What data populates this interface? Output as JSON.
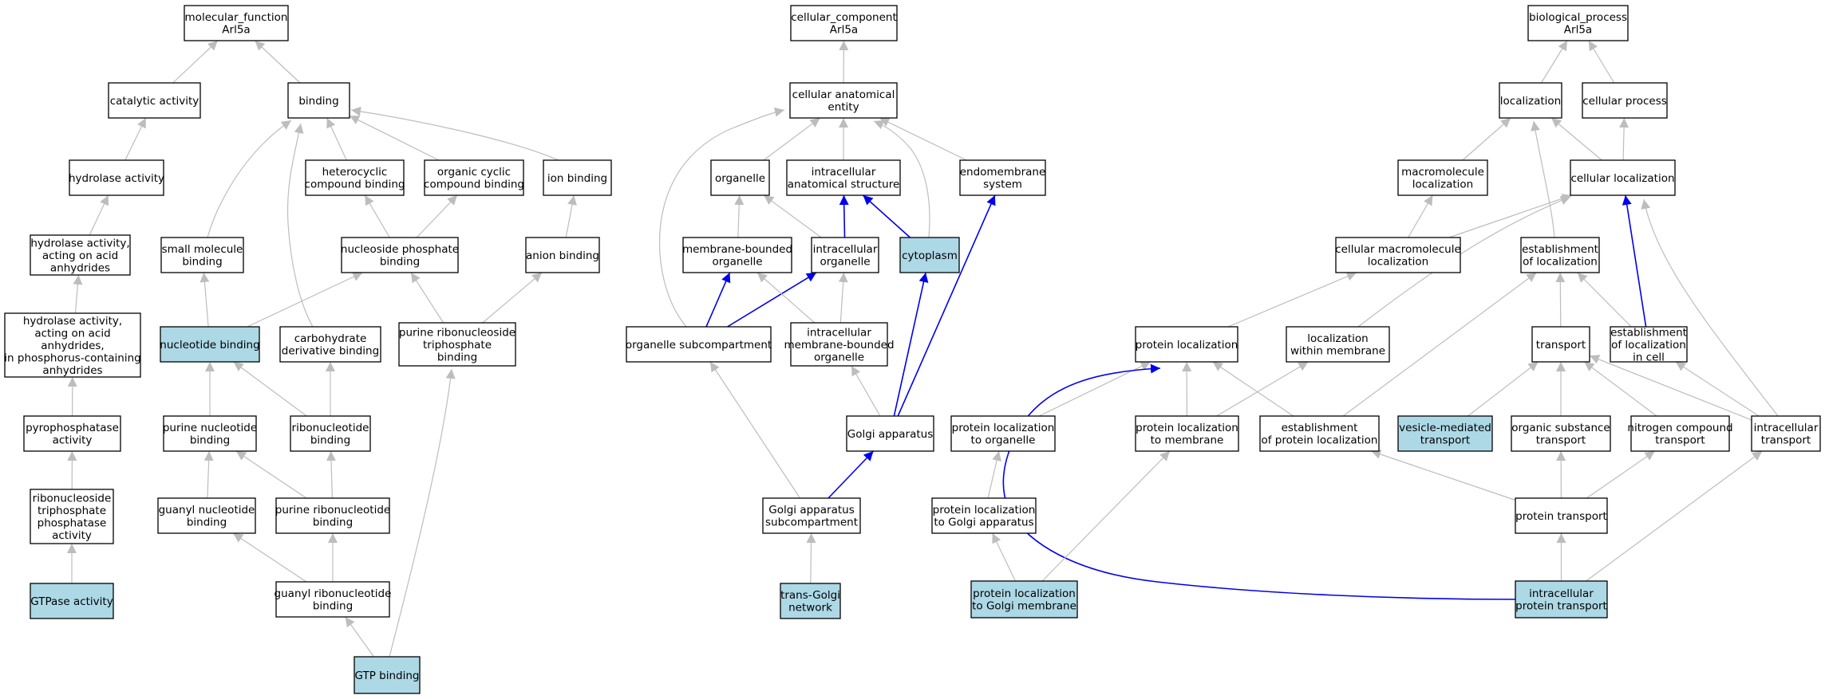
{
  "colors": {
    "node_fill": "#ffffff",
    "highlight_fill": "#add8e6",
    "node_stroke": "#000000",
    "edge_gray": "#bdbdbd",
    "edge_blue": "#0000ee"
  },
  "nodes": [
    {
      "id": "mf",
      "lines": [
        "molecular_function",
        "Arl5a"
      ],
      "hl": false
    },
    {
      "id": "catalytic",
      "lines": [
        "catalytic activity"
      ],
      "hl": false
    },
    {
      "id": "binding",
      "lines": [
        "binding"
      ],
      "hl": false
    },
    {
      "id": "hydrolase",
      "lines": [
        "hydrolase activity"
      ],
      "hl": false
    },
    {
      "id": "hetero",
      "lines": [
        "heterocyclic",
        "compound binding"
      ],
      "hl": false
    },
    {
      "id": "orgcyc",
      "lines": [
        "organic cyclic",
        "compound binding"
      ],
      "hl": false
    },
    {
      "id": "ion",
      "lines": [
        "ion binding"
      ],
      "hl": false
    },
    {
      "id": "hydacid",
      "lines": [
        "hydrolase activity,",
        "acting on acid",
        "anhydrides"
      ],
      "hl": false
    },
    {
      "id": "smallmol",
      "lines": [
        "small molecule",
        "binding"
      ],
      "hl": false
    },
    {
      "id": "nucphos",
      "lines": [
        "nucleoside phosphate",
        "binding"
      ],
      "hl": false
    },
    {
      "id": "anion",
      "lines": [
        "anion binding"
      ],
      "hl": false
    },
    {
      "id": "hydphos",
      "lines": [
        "hydrolase activity,",
        "acting on acid",
        "anhydrides,",
        "in phosphorus-containing",
        "anhydrides"
      ],
      "hl": false
    },
    {
      "id": "nucbind",
      "lines": [
        "nucleotide binding"
      ],
      "hl": true
    },
    {
      "id": "carbo",
      "lines": [
        "carbohydrate",
        "derivative binding"
      ],
      "hl": false
    },
    {
      "id": "purtri",
      "lines": [
        "purine ribonucleoside",
        "triphosphate",
        "binding"
      ],
      "hl": false
    },
    {
      "id": "pyro",
      "lines": [
        "pyrophosphatase",
        "activity"
      ],
      "hl": false
    },
    {
      "id": "purnuc",
      "lines": [
        "purine nucleotide",
        "binding"
      ],
      "hl": false
    },
    {
      "id": "ribonuc",
      "lines": [
        "ribonucleotide",
        "binding"
      ],
      "hl": false
    },
    {
      "id": "ntpase",
      "lines": [
        "ribonucleoside",
        "triphosphate",
        "phosphatase",
        "activity"
      ],
      "hl": false
    },
    {
      "id": "guanyl",
      "lines": [
        "guanyl nucleotide",
        "binding"
      ],
      "hl": false
    },
    {
      "id": "purribo",
      "lines": [
        "purine ribonucleotide",
        "binding"
      ],
      "hl": false
    },
    {
      "id": "gtpase",
      "lines": [
        "GTPase activity"
      ],
      "hl": true
    },
    {
      "id": "guanribo",
      "lines": [
        "guanyl ribonucleotide",
        "binding"
      ],
      "hl": false
    },
    {
      "id": "gtp",
      "lines": [
        "GTP binding"
      ],
      "hl": true
    },
    {
      "id": "cc",
      "lines": [
        "cellular_component",
        "Arl5a"
      ],
      "hl": false
    },
    {
      "id": "cae",
      "lines": [
        "cellular anatomical",
        "entity"
      ],
      "hl": false
    },
    {
      "id": "organelle",
      "lines": [
        "organelle"
      ],
      "hl": false
    },
    {
      "id": "ias",
      "lines": [
        "intracellular",
        "anatomical structure"
      ],
      "hl": false
    },
    {
      "id": "endo",
      "lines": [
        "endomembrane",
        "system"
      ],
      "hl": false
    },
    {
      "id": "mbo",
      "lines": [
        "membrane-bounded",
        "organelle"
      ],
      "hl": false
    },
    {
      "id": "io",
      "lines": [
        "intracellular",
        "organelle"
      ],
      "hl": false
    },
    {
      "id": "cyto",
      "lines": [
        "cytoplasm"
      ],
      "hl": true
    },
    {
      "id": "orgsub",
      "lines": [
        "organelle subcompartment"
      ],
      "hl": false
    },
    {
      "id": "imbo",
      "lines": [
        "intracellular",
        "membrane-bounded",
        "organelle"
      ],
      "hl": false
    },
    {
      "id": "golgi",
      "lines": [
        "Golgi apparatus"
      ],
      "hl": false
    },
    {
      "id": "golgisub",
      "lines": [
        "Golgi apparatus",
        "subcompartment"
      ],
      "hl": false
    },
    {
      "id": "tgn",
      "lines": [
        "trans-Golgi",
        "network"
      ],
      "hl": true
    },
    {
      "id": "bp",
      "lines": [
        "biological_process",
        "Arl5a"
      ],
      "hl": false
    },
    {
      "id": "loc",
      "lines": [
        "localization"
      ],
      "hl": false
    },
    {
      "id": "cellproc",
      "lines": [
        "cellular process"
      ],
      "hl": false
    },
    {
      "id": "macroloc",
      "lines": [
        "macromolecule",
        "localization"
      ],
      "hl": false
    },
    {
      "id": "cellloc",
      "lines": [
        "cellular localization"
      ],
      "hl": false
    },
    {
      "id": "cmacroloc",
      "lines": [
        "cellular macromolecule",
        "localization"
      ],
      "hl": false
    },
    {
      "id": "estloc",
      "lines": [
        "establishment",
        "of localization"
      ],
      "hl": false
    },
    {
      "id": "protloc",
      "lines": [
        "protein localization"
      ],
      "hl": false
    },
    {
      "id": "locmem",
      "lines": [
        "localization",
        "within membrane"
      ],
      "hl": false
    },
    {
      "id": "transport",
      "lines": [
        "transport"
      ],
      "hl": false
    },
    {
      "id": "estcell",
      "lines": [
        "establishment",
        "of localization",
        "in cell"
      ],
      "hl": false
    },
    {
      "id": "plorg",
      "lines": [
        "protein localization",
        "to organelle"
      ],
      "hl": false
    },
    {
      "id": "plmem",
      "lines": [
        "protein localization",
        "to membrane"
      ],
      "hl": false
    },
    {
      "id": "estprot",
      "lines": [
        "establishment",
        "of protein localization"
      ],
      "hl": false
    },
    {
      "id": "vesicle",
      "lines": [
        "vesicle-mediated",
        "transport"
      ],
      "hl": true
    },
    {
      "id": "orgsubst",
      "lines": [
        "organic substance",
        "transport"
      ],
      "hl": false
    },
    {
      "id": "nitro",
      "lines": [
        "nitrogen compound",
        "transport"
      ],
      "hl": false
    },
    {
      "id": "intra",
      "lines": [
        "intracellular",
        "transport"
      ],
      "hl": false
    },
    {
      "id": "plgolgi",
      "lines": [
        "protein localization",
        "to Golgi apparatus"
      ],
      "hl": false
    },
    {
      "id": "prottrans",
      "lines": [
        "protein transport"
      ],
      "hl": false
    },
    {
      "id": "plgolgimem",
      "lines": [
        "protein localization",
        "to Golgi membrane"
      ],
      "hl": true
    },
    {
      "id": "intraprot",
      "lines": [
        "intracellular",
        "protein transport"
      ],
      "hl": true
    }
  ],
  "edges": [
    [
      "catalytic",
      "mf",
      "gray"
    ],
    [
      "binding",
      "mf",
      "gray"
    ],
    [
      "hydrolase",
      "catalytic",
      "gray"
    ],
    [
      "hetero",
      "binding",
      "gray"
    ],
    [
      "orgcyc",
      "binding",
      "gray"
    ],
    [
      "ion",
      "binding",
      "gray"
    ],
    [
      "smallmol",
      "binding",
      "gray"
    ],
    [
      "carbo",
      "binding",
      "gray"
    ],
    [
      "hydacid",
      "hydrolase",
      "gray"
    ],
    [
      "nucphos",
      "hetero",
      "gray"
    ],
    [
      "nucphos",
      "orgcyc",
      "gray"
    ],
    [
      "anion",
      "ion",
      "gray"
    ],
    [
      "hydphos",
      "hydacid",
      "gray"
    ],
    [
      "nucbind",
      "smallmol",
      "gray"
    ],
    [
      "nucbind",
      "nucphos",
      "gray"
    ],
    [
      "purtri",
      "nucphos",
      "gray"
    ],
    [
      "purtri",
      "anion",
      "gray"
    ],
    [
      "pyro",
      "hydphos",
      "gray"
    ],
    [
      "purnuc",
      "nucbind",
      "gray"
    ],
    [
      "ribonuc",
      "nucbind",
      "gray"
    ],
    [
      "ribonuc",
      "carbo",
      "gray"
    ],
    [
      "ntpase",
      "pyro",
      "gray"
    ],
    [
      "guanyl",
      "purnuc",
      "gray"
    ],
    [
      "purribo",
      "purnuc",
      "gray"
    ],
    [
      "purribo",
      "ribonuc",
      "gray"
    ],
    [
      "gtpase",
      "ntpase",
      "gray"
    ],
    [
      "guanribo",
      "guanyl",
      "gray"
    ],
    [
      "guanribo",
      "purribo",
      "gray"
    ],
    [
      "gtp",
      "guanribo",
      "gray"
    ],
    [
      "gtp",
      "purtri",
      "gray"
    ],
    [
      "cae",
      "cc",
      "gray"
    ],
    [
      "organelle",
      "cae",
      "gray"
    ],
    [
      "ias",
      "cae",
      "gray"
    ],
    [
      "endo",
      "cae",
      "gray"
    ],
    [
      "cyto",
      "cae",
      "gray"
    ],
    [
      "orgsub",
      "cae",
      "gray"
    ],
    [
      "mbo",
      "organelle",
      "gray"
    ],
    [
      "io",
      "organelle",
      "gray"
    ],
    [
      "io",
      "ias",
      "blue"
    ],
    [
      "cyto",
      "ias",
      "blue"
    ],
    [
      "orgsub",
      "mbo",
      "blue"
    ],
    [
      "orgsub",
      "io",
      "blue"
    ],
    [
      "imbo",
      "mbo",
      "gray"
    ],
    [
      "imbo",
      "io",
      "gray"
    ],
    [
      "golgi",
      "imbo",
      "gray"
    ],
    [
      "golgi",
      "cyto",
      "blue"
    ],
    [
      "golgi",
      "endo",
      "blue"
    ],
    [
      "golgisub",
      "orgsub",
      "gray"
    ],
    [
      "golgisub",
      "golgi",
      "blue"
    ],
    [
      "tgn",
      "golgisub",
      "gray"
    ],
    [
      "loc",
      "bp",
      "gray"
    ],
    [
      "cellproc",
      "bp",
      "gray"
    ],
    [
      "macroloc",
      "loc",
      "gray"
    ],
    [
      "cellloc",
      "loc",
      "gray"
    ],
    [
      "cellloc",
      "cellproc",
      "gray"
    ],
    [
      "estloc",
      "loc",
      "gray"
    ],
    [
      "cmacroloc",
      "macroloc",
      "gray"
    ],
    [
      "cmacroloc",
      "cellloc",
      "gray"
    ],
    [
      "locmem",
      "cellloc",
      "gray"
    ],
    [
      "estcell",
      "cellloc",
      "blue"
    ],
    [
      "intra",
      "cellloc",
      "gray"
    ],
    [
      "protloc",
      "cmacroloc",
      "gray"
    ],
    [
      "transport",
      "estloc",
      "gray"
    ],
    [
      "estcell",
      "estloc",
      "gray"
    ],
    [
      "estprot",
      "estloc",
      "gray"
    ],
    [
      "plorg",
      "protloc",
      "gray"
    ],
    [
      "plmem",
      "protloc",
      "gray"
    ],
    [
      "plmem",
      "locmem",
      "gray"
    ],
    [
      "estprot",
      "protloc",
      "gray"
    ],
    [
      "intraprot",
      "protloc",
      "blue"
    ],
    [
      "vesicle",
      "transport",
      "gray"
    ],
    [
      "orgsubst",
      "transport",
      "gray"
    ],
    [
      "nitro",
      "transport",
      "gray"
    ],
    [
      "intra",
      "transport",
      "gray"
    ],
    [
      "intra",
      "estcell",
      "gray"
    ],
    [
      "plgolgi",
      "plorg",
      "gray"
    ],
    [
      "prottrans",
      "estprot",
      "gray"
    ],
    [
      "prottrans",
      "orgsubst",
      "gray"
    ],
    [
      "prottrans",
      "nitro",
      "gray"
    ],
    [
      "plgolgimem",
      "plgolgi",
      "gray"
    ],
    [
      "plgolgimem",
      "plmem",
      "gray"
    ],
    [
      "intraprot",
      "prottrans",
      "gray"
    ],
    [
      "intraprot",
      "intra",
      "gray"
    ]
  ]
}
